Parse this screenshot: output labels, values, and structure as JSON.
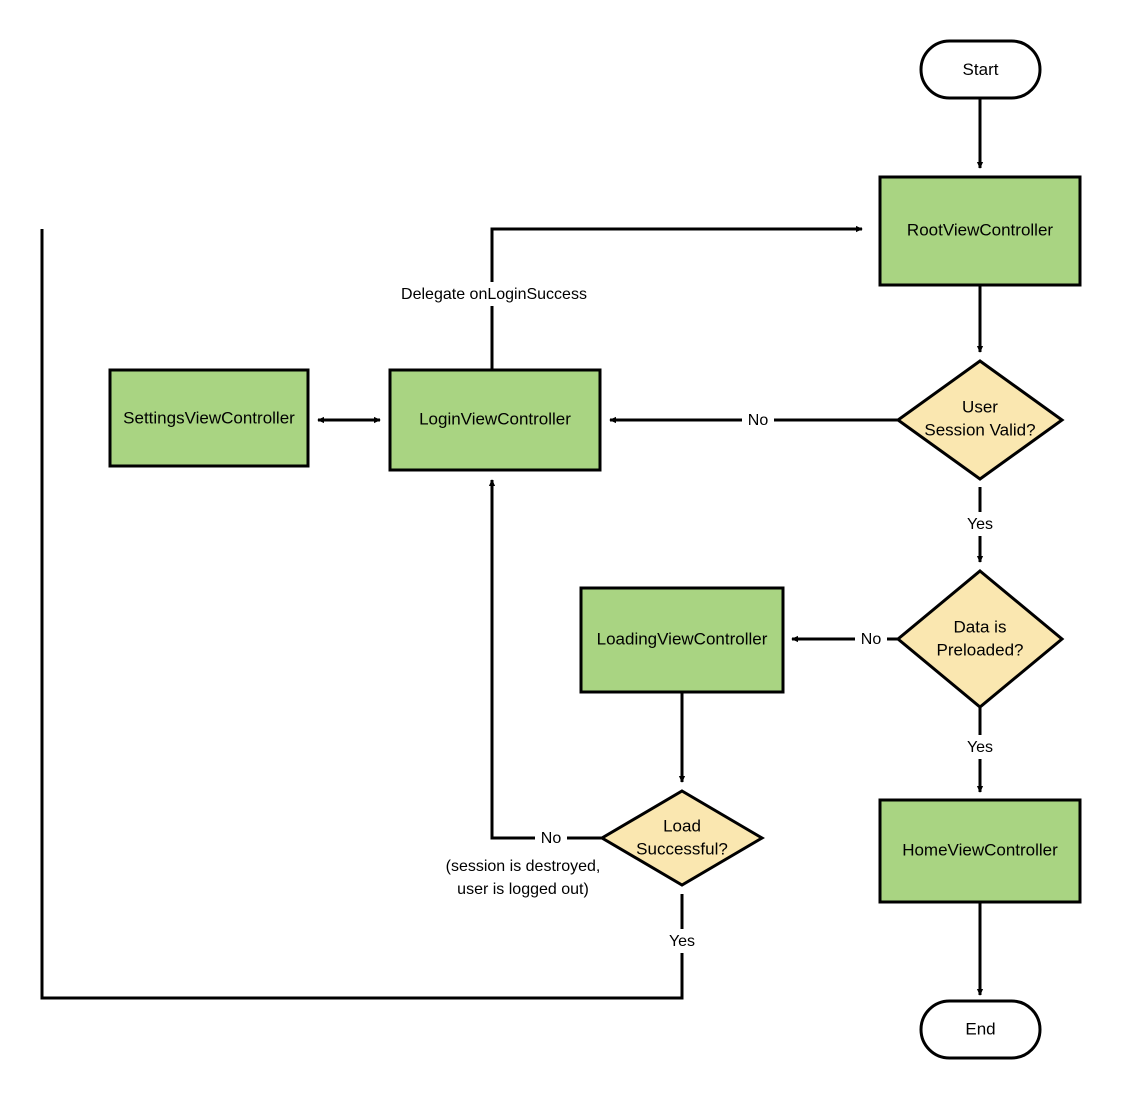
{
  "diagram": {
    "type": "flowchart",
    "title": "",
    "palette": {
      "process_fill": "#a9d482",
      "decision_fill": "#fae7b0",
      "terminator_fill": "#ffffff",
      "stroke": "#000000",
      "background": "#ffffff"
    },
    "nodes": [
      {
        "id": "start",
        "label": "Start",
        "shape": "terminator"
      },
      {
        "id": "root",
        "label": "RootViewController",
        "shape": "process"
      },
      {
        "id": "session",
        "label_line1": "User",
        "label_line2": "Session Valid?",
        "shape": "decision"
      },
      {
        "id": "preloaded",
        "label_line1": "Data is",
        "label_line2": "Preloaded?",
        "shape": "decision"
      },
      {
        "id": "home",
        "label": "HomeViewController",
        "shape": "process"
      },
      {
        "id": "end",
        "label": "End",
        "shape": "terminator"
      },
      {
        "id": "login",
        "label": "LoginViewController",
        "shape": "process"
      },
      {
        "id": "settings",
        "label": "SettingsViewController",
        "shape": "process"
      },
      {
        "id": "loading",
        "label": "LoadingViewController",
        "shape": "process"
      },
      {
        "id": "loadok",
        "label_line1": "Load",
        "label_line2": "Successful?",
        "shape": "decision"
      }
    ],
    "edges": [
      {
        "id": "start-root",
        "from": "start",
        "to": "root",
        "label": ""
      },
      {
        "id": "root-session",
        "from": "root",
        "to": "session",
        "label": ""
      },
      {
        "id": "session-login",
        "from": "session",
        "to": "login",
        "label": "No"
      },
      {
        "id": "session-preloaded",
        "from": "session",
        "to": "preloaded",
        "label": "Yes"
      },
      {
        "id": "preloaded-loading",
        "from": "preloaded",
        "to": "loading",
        "label": "No"
      },
      {
        "id": "preloaded-home",
        "from": "preloaded",
        "to": "home",
        "label": "Yes"
      },
      {
        "id": "home-end",
        "from": "home",
        "to": "end",
        "label": ""
      },
      {
        "id": "login-settings",
        "from": "login",
        "to": "settings",
        "label": "",
        "bidirectional": true
      },
      {
        "id": "login-root",
        "from": "login",
        "to": "root",
        "label": "Delegate onLoginSuccess"
      },
      {
        "id": "loading-loadok",
        "from": "loading",
        "to": "loadok",
        "label": ""
      },
      {
        "id": "loadok-login",
        "from": "loadok",
        "to": "login",
        "label": "No"
      },
      {
        "id": "loadok-root",
        "from": "loadok",
        "to": "root",
        "label": "Yes"
      }
    ],
    "annotations": [
      {
        "id": "logout-note",
        "line1": "(session is destroyed,",
        "line2": "user is logged out)"
      }
    ]
  }
}
